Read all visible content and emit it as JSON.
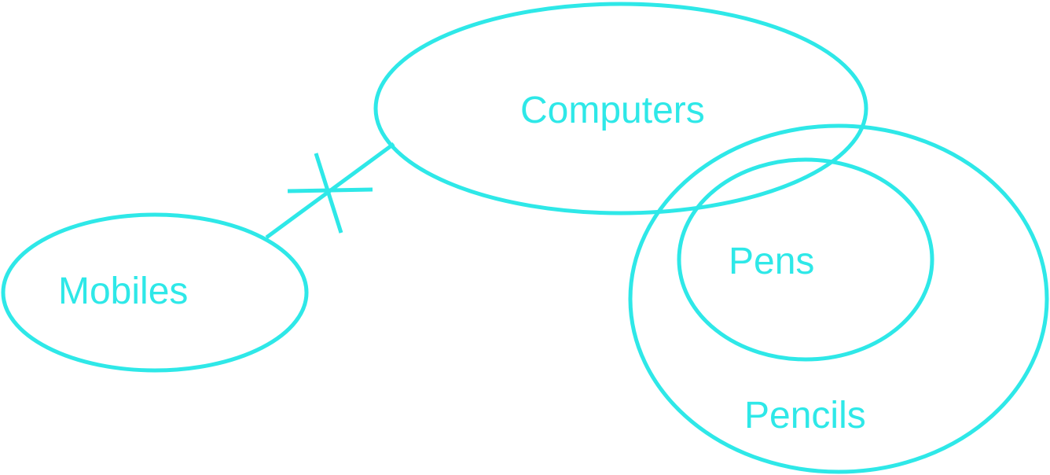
{
  "diagram": {
    "color": "#2ee8e8",
    "sets": {
      "computers": "Computers",
      "mobiles": "Mobiles",
      "pens": "Pens",
      "pencils": "Pencils"
    }
  }
}
